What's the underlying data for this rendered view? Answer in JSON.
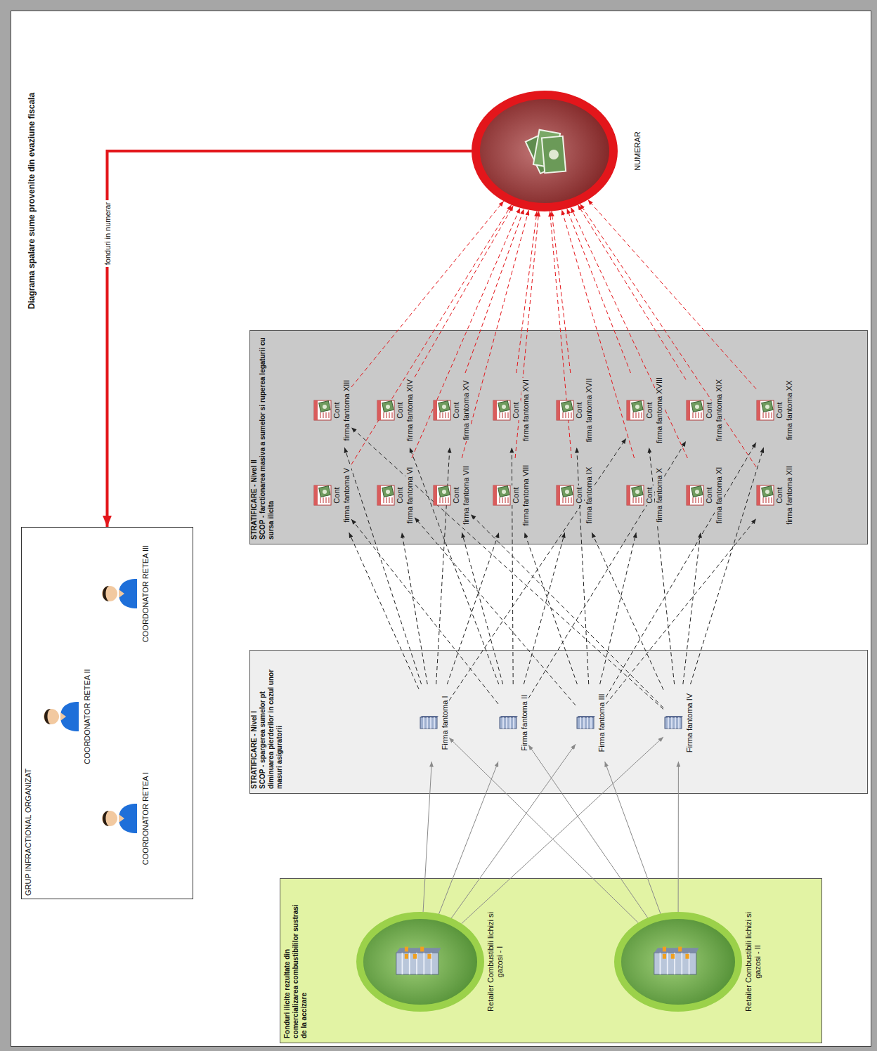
{
  "diagram": {
    "title": "Diagrama spalare sume provenite din evaziune fiscala",
    "nodes": [
      {
        "text": [
          "GRUP INFRACTIONAL ORGANIZAT"
        ]
      },
      {
        "text": [
          "COORDONATOR RETEA I"
        ],
        "in": 0
      },
      {
        "text": [
          "COORDONATOR RETEA II"
        ],
        "in": 0
      },
      {
        "text": [
          "COORDONATOR RETEA III"
        ],
        "in": 0
      },
      {
        "text": [
          "NUMERAR"
        ]
      },
      {
        "text": [
          "Fonduri ilicite rezultate din comercializarea combustibililor sustrasi de la accizare"
        ]
      },
      {
        "text": [
          "Retailer Combustibili lichizi si gazosi - I"
        ],
        "in": 5
      },
      {
        "text": [
          "Retailer Combustibili lichizi si gazosi - II"
        ],
        "in": 5
      },
      {
        "text": [
          "STRATIFICARE - Nivel I",
          "SCOP - spargerea sumelor pt diminuarea pierderilor in cazul unor masuri asiguratorii"
        ]
      },
      {
        "text": [
          "Firma fantoma I"
        ],
        "in": 8
      },
      {
        "text": [
          "Firma fantoma II"
        ],
        "in": 8
      },
      {
        "text": [
          "Firma fantoma III"
        ],
        "in": 8
      },
      {
        "text": [
          "Firma fantoma IV"
        ],
        "in": 8
      },
      {
        "text": [
          "STRATIFICARE - Nivel II",
          "SCOP - farctionarea masiva a sumelor si ruperea legaturii cu sursa ilicita"
        ]
      },
      {
        "text": [
          "Cont",
          "firma fantoma V"
        ],
        "in": 13
      },
      {
        "text": [
          "Cont",
          "firma fantoma VI"
        ],
        "in": 13
      },
      {
        "text": [
          "Cont",
          "firma fantoma VII"
        ],
        "in": 13
      },
      {
        "text": [
          "Cont",
          "firma fantoma VIII"
        ],
        "in": 13
      },
      {
        "text": [
          "Cont",
          "firma fantoma IX"
        ],
        "in": 13
      },
      {
        "text": [
          "Cont",
          "firma fantoma X"
        ],
        "in": 13
      },
      {
        "text": [
          "Cont",
          "firma fantoma XI"
        ],
        "in": 13
      },
      {
        "text": [
          "Cont",
          "firma fantoma XII"
        ],
        "in": 13
      },
      {
        "text": [
          "Cont",
          "firma fantoma XIII"
        ],
        "in": 13
      },
      {
        "text": [
          "Cont",
          "firma fantoma XIV"
        ],
        "in": 13
      },
      {
        "text": [
          "Cont",
          "firma fantoma XV"
        ],
        "in": 13
      },
      {
        "text": [
          "Cont",
          "firma fantoma XVI"
        ],
        "in": 13
      },
      {
        "text": [
          "Cont",
          "firma fantoma XVII"
        ],
        "in": 13
      },
      {
        "text": [
          "Cont",
          "firma fantoma XVIII"
        ],
        "in": 13
      },
      {
        "text": [
          "Cont",
          "firma fantoma XIX"
        ],
        "in": 13
      },
      {
        "text": [
          "Cont",
          "firma fantoma XX"
        ],
        "in": 13
      }
    ],
    "edges": [
      {
        "from": 4,
        "to": 0,
        "label": "fonduri in numerar",
        "arrow": "to"
      },
      {
        "from": 6,
        "to": 9,
        "arrow": "to"
      },
      {
        "from": 6,
        "to": 10,
        "arrow": "to"
      },
      {
        "from": 6,
        "to": 11,
        "arrow": "to"
      },
      {
        "from": 6,
        "to": 12,
        "arrow": "to"
      },
      {
        "from": 7,
        "to": 9,
        "arrow": "to"
      },
      {
        "from": 7,
        "to": 10,
        "arrow": "to"
      },
      {
        "from": 7,
        "to": 11,
        "arrow": "to"
      },
      {
        "from": 7,
        "to": 12,
        "arrow": "to"
      },
      {
        "from": 9,
        "to": 14,
        "arrow": "to"
      },
      {
        "from": 9,
        "to": 15,
        "arrow": "to"
      },
      {
        "from": 9,
        "to": 17,
        "arrow": "to"
      },
      {
        "from": 9,
        "to": 22,
        "arrow": "to"
      },
      {
        "from": 9,
        "to": 24,
        "arrow": "to"
      },
      {
        "from": 9,
        "to": 27,
        "arrow": "to"
      },
      {
        "from": 10,
        "to": 14,
        "arrow": "to"
      },
      {
        "from": 10,
        "to": 16,
        "arrow": "to"
      },
      {
        "from": 10,
        "to": 18,
        "arrow": "to"
      },
      {
        "from": 10,
        "to": 23,
        "arrow": "to"
      },
      {
        "from": 10,
        "to": 25,
        "arrow": "to"
      },
      {
        "from": 10,
        "to": 28,
        "arrow": "to"
      },
      {
        "from": 11,
        "to": 15,
        "arrow": "to"
      },
      {
        "from": 11,
        "to": 17,
        "arrow": "to"
      },
      {
        "from": 11,
        "to": 19,
        "arrow": "to"
      },
      {
        "from": 11,
        "to": 21,
        "arrow": "to"
      },
      {
        "from": 11,
        "to": 26,
        "arrow": "to"
      },
      {
        "from": 11,
        "to": 29,
        "arrow": "to"
      },
      {
        "from": 12,
        "to": 16,
        "arrow": "to"
      },
      {
        "from": 12,
        "to": 18,
        "arrow": "to"
      },
      {
        "from": 12,
        "to": 20,
        "arrow": "to"
      },
      {
        "from": 12,
        "to": 22,
        "arrow": "to"
      },
      {
        "from": 12,
        "to": 27,
        "arrow": "to"
      },
      {
        "from": 12,
        "to": 29,
        "arrow": "to"
      },
      {
        "from": 14,
        "to": 4,
        "arrow": "to"
      },
      {
        "from": 15,
        "to": 4,
        "arrow": "to"
      },
      {
        "from": 16,
        "to": 4,
        "arrow": "to"
      },
      {
        "from": 17,
        "to": 4,
        "arrow": "to"
      },
      {
        "from": 18,
        "to": 4,
        "arrow": "to"
      },
      {
        "from": 19,
        "to": 4,
        "arrow": "to"
      },
      {
        "from": 20,
        "to": 4,
        "arrow": "to"
      },
      {
        "from": 21,
        "to": 4,
        "arrow": "to"
      },
      {
        "from": 22,
        "to": 4,
        "arrow": "to"
      },
      {
        "from": 23,
        "to": 4,
        "arrow": "to"
      },
      {
        "from": 24,
        "to": 4,
        "arrow": "to"
      },
      {
        "from": 25,
        "to": 4,
        "arrow": "to"
      },
      {
        "from": 26,
        "to": 4,
        "arrow": "to"
      },
      {
        "from": 27,
        "to": 4,
        "arrow": "to"
      },
      {
        "from": 28,
        "to": 4,
        "arrow": "to"
      },
      {
        "from": 29,
        "to": 4,
        "arrow": "to"
      }
    ]
  }
}
